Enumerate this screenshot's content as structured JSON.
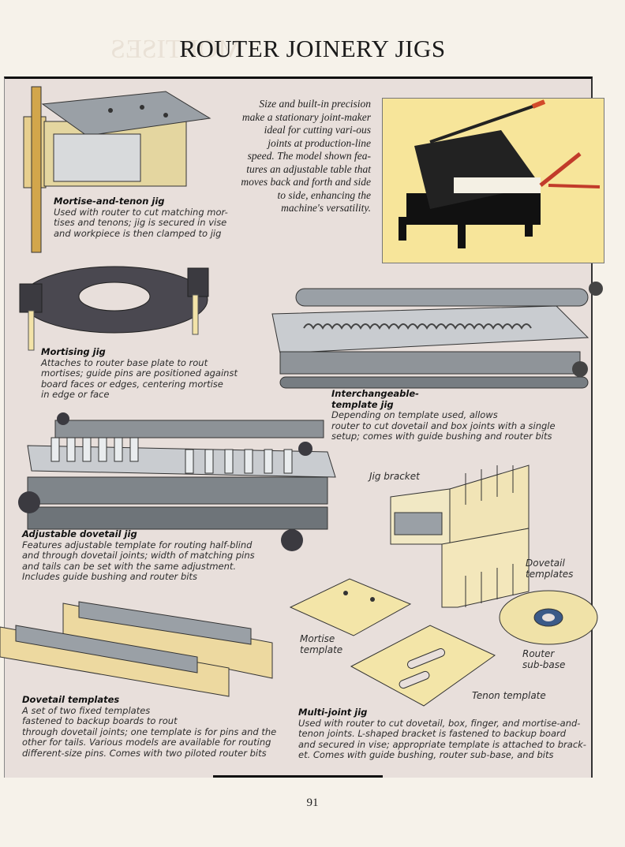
{
  "page": {
    "title": "ROUTER JOINERY JIGS",
    "page_number": "91"
  },
  "intro_text": "Size and built-in precision make a stationary joint-maker ideal for cutting vari-ous joints at production-line speed. The model shown fea-tures an adjustable table that moves back and forth and side to side, enhancing the machine's versatility.",
  "items": {
    "mortise_tenon": {
      "title": "Mortise-and-tenon jig",
      "lines": [
        "Used with router to cut matching mor-",
        "tises and tenons; jig is secured in vise",
        "and workpiece is then clamped to jig"
      ]
    },
    "mortising": {
      "title": "Mortising jig",
      "lines": [
        "Attaches to router base plate to rout",
        "mortises; guide pins are positioned against",
        "board faces or edges, centering mortise",
        "in edge or face"
      ]
    },
    "interchangeable": {
      "title": "Interchangeable-",
      "title2": "template jig",
      "lines": [
        "Depending on template used, allows",
        "router to cut dovetail and box joints with a single",
        "setup; comes with guide bushing and router bits"
      ]
    },
    "adjustable_dovetail": {
      "title": "Adjustable dovetail jig",
      "lines": [
        "Features adjustable template for routing half-blind",
        "and through dovetail joints; width of matching pins",
        "and tails can be set with the same adjustment.",
        "Includes guide bushing and router bits"
      ]
    },
    "dovetail_templates": {
      "title": "Dovetail templates",
      "lines": [
        "A set of two fixed templates",
        "fastened to backup boards to rout",
        "through dovetail joints; one template is for pins and the",
        "other for tails. Various models are available for routing",
        "different-size pins. Comes with two piloted router bits"
      ]
    },
    "multi_joint": {
      "title": "Multi-joint jig",
      "lines": [
        "Used with router to cut dovetail, box, finger, and mortise-and-",
        "tenon joints. L-shaped bracket is fastened to backup board",
        "and secured in vise; appropriate template is attached to brack-",
        "et. Comes with guide bushing, router sub-base, and bits"
      ]
    }
  },
  "labels": {
    "jig_bracket": "Jig bracket",
    "dovetail_templates_1": "Dovetail",
    "dovetail_templates_2": "templates",
    "mortise_template_1": "Mortise",
    "mortise_template_2": "template",
    "router_subbase_1": "Router",
    "router_subbase_2": "sub-base",
    "tenon_template": "Tenon template"
  }
}
